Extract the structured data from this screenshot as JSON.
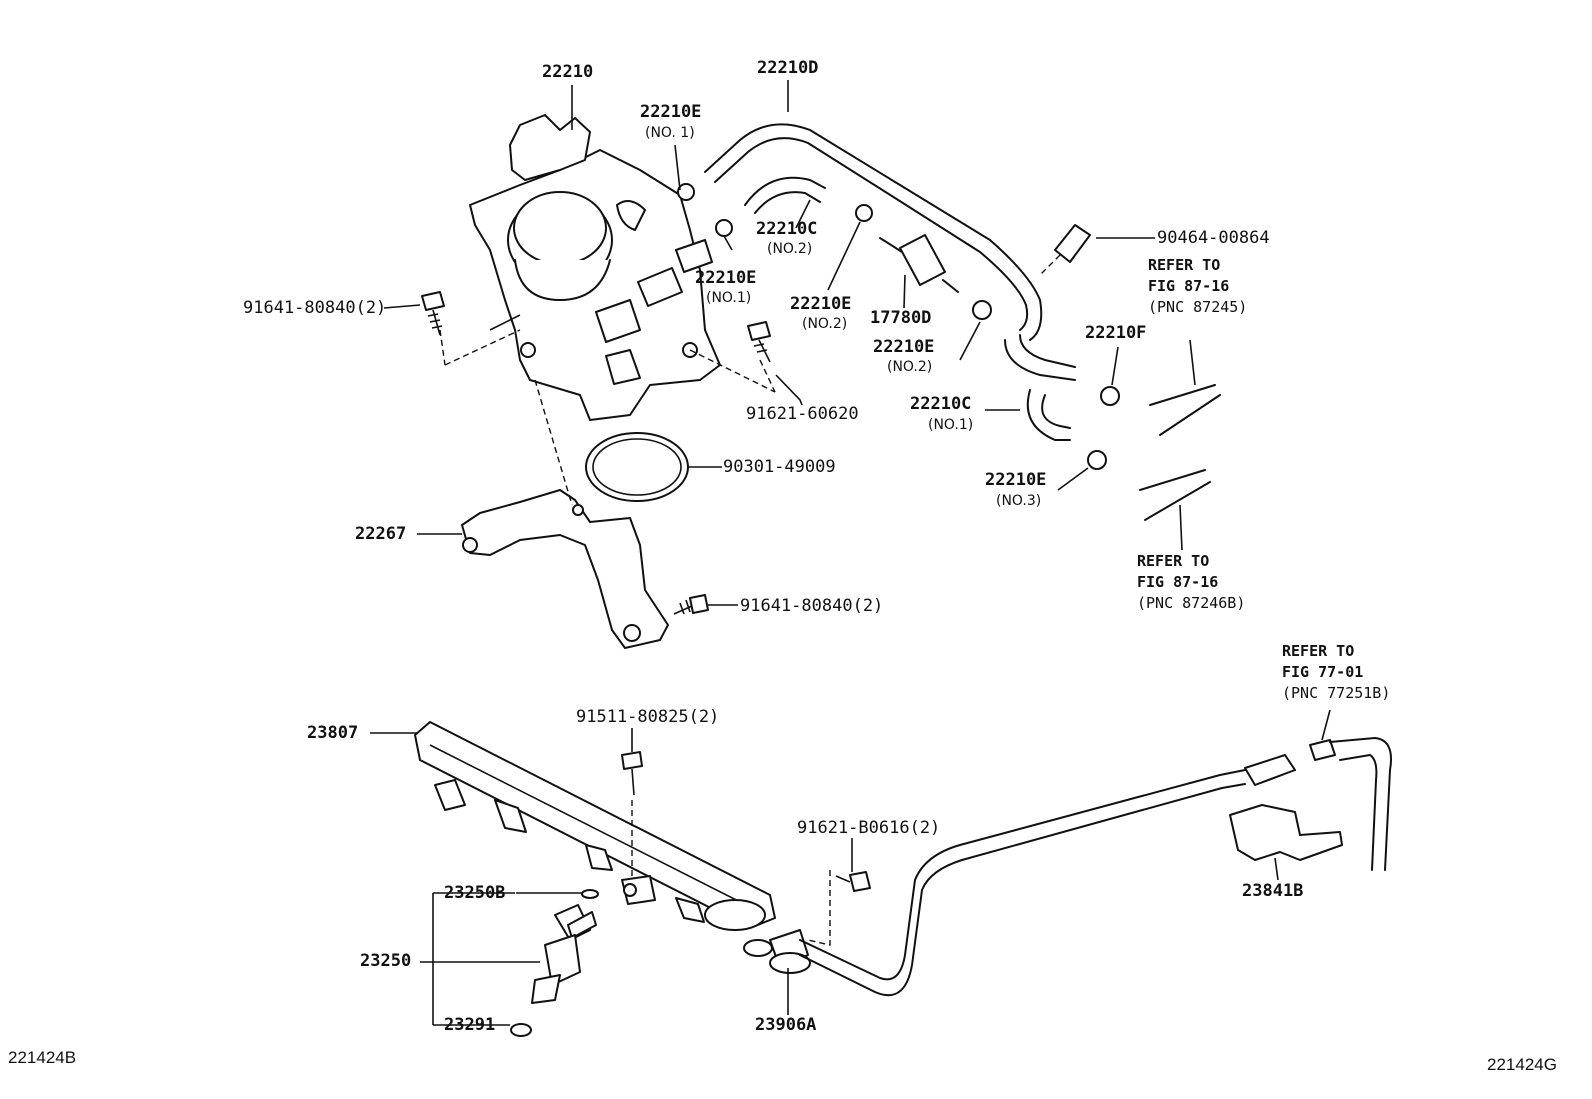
{
  "callouts": {
    "throttle_body": "22210",
    "hose_d": "22210D",
    "clamp_e_top": "22210E",
    "clamp_e_top_note": "(NO. 1)",
    "hose_c_upper": "22210C",
    "hose_c_upper_note": "(NO.2)",
    "clamp_e_mid": "22210E",
    "clamp_e_mid_note": "(NO.1)",
    "clamp_e_right": "22210E",
    "clamp_e_right_note": "(NO.2)",
    "valve": "17780D",
    "clamp_e_lower": "22210E",
    "clamp_e_lower_note": "(NO.2)",
    "hose_f": "22210F",
    "hose_c_lower": "22210C",
    "hose_c_lower_note": "(NO.1)",
    "clamp_e_no3": "22210E",
    "clamp_e_no3_note": "(NO.3)",
    "bolt_left": "91641-80840(2)",
    "bolt_center": "91621-60620",
    "gasket": "90301-49009",
    "bracket": "22267",
    "bolt_bracket": "91641-80840(2)",
    "clip": "90464-00864",
    "fuel_rail": "23807",
    "bolt_rail": "91511-80825(2)",
    "bolt_damper": "91621-B0616(2)",
    "o_ring": "23250B",
    "injector": "23250",
    "insulator": "23291",
    "pulsation_damper": "23906A",
    "tube_clamp": "23841B"
  },
  "references": {
    "ref1": {
      "title": "REFER TO",
      "fig": "FIG 87-16",
      "pnc": "(PNC 87245)"
    },
    "ref2": {
      "title": "REFER TO",
      "fig": "FIG 87-16",
      "pnc": "(PNC 87246B)"
    },
    "ref3": {
      "title": "REFER TO",
      "fig": "FIG 77-01",
      "pnc": "(PNC 77251B)"
    }
  },
  "footer": {
    "left_code": "221424B",
    "right_code": "221424G"
  }
}
